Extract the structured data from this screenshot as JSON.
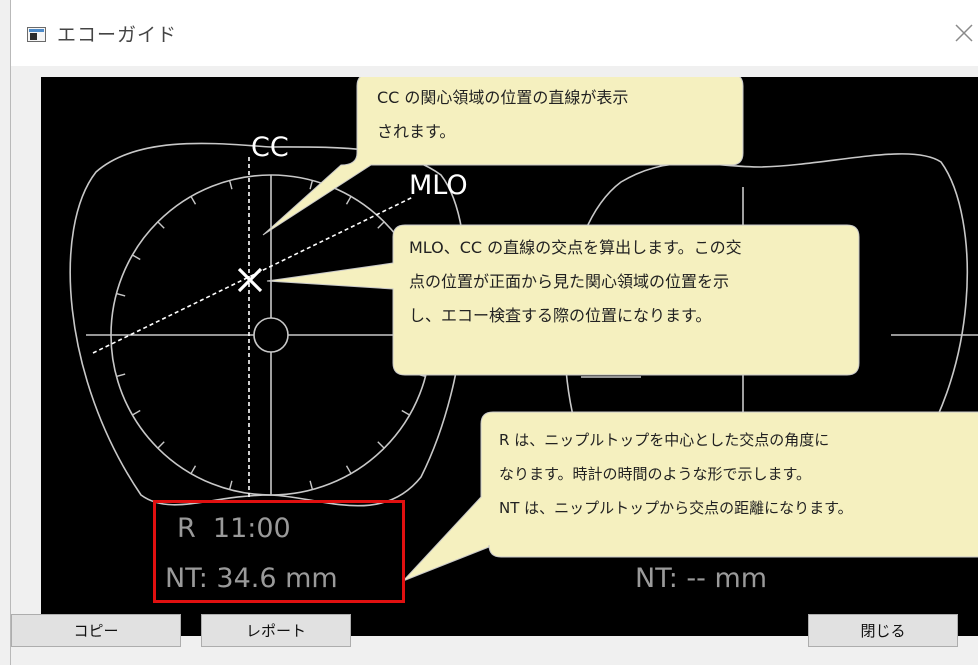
{
  "window": {
    "title": "エコーガイド",
    "close_icon": "close-icon"
  },
  "viewer": {
    "cc_label": "CC",
    "mlo_label": "MLO",
    "left_panel": {
      "r_text": "R  11:00",
      "nt_text": "NT: 34.6 mm"
    },
    "right_panel": {
      "nt_text": "NT: -- mm"
    }
  },
  "callouts": {
    "cc": [
      "CC の関心領域の位置の直線が表示",
      "されます。"
    ],
    "mlo": [
      "MLO、CC の直線の交点を算出します。この交",
      "点の位置が正面から見た関心領域の位置を示",
      "し、エコー検査する際の位置になります。"
    ],
    "r_nt": [
      "R は、ニップルトップを中心とした交点の角度に",
      "なります。時計の時間のような形で示します。",
      "NT は、ニップルトップから交点の距離になります。"
    ]
  },
  "buttons": {
    "copy": "コピー",
    "report": "レポート",
    "close": "閉じる"
  },
  "colors": {
    "highlight": "#e01010",
    "callout_fill": "#f5f0bf",
    "viewer_bg": "#000000"
  }
}
